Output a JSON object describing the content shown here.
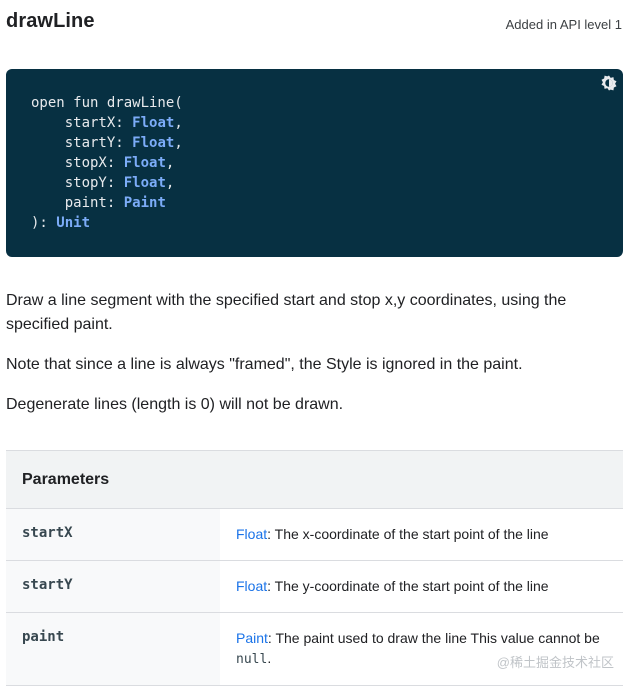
{
  "header": {
    "title": "drawLine",
    "api_level": "Added in API level 1"
  },
  "code": {
    "signature_open": "open fun drawLine(",
    "params": [
      {
        "name": "startX",
        "type": "Float",
        "sep": ","
      },
      {
        "name": "startY",
        "type": "Float",
        "sep": ","
      },
      {
        "name": "stopX",
        "type": "Float",
        "sep": ","
      },
      {
        "name": "stopY",
        "type": "Float",
        "sep": ","
      },
      {
        "name": "paint",
        "type": "Paint",
        "sep": ""
      }
    ],
    "close": "): ",
    "return_type": "Unit",
    "theme_icon": "theme-toggle-icon"
  },
  "description": {
    "p1": "Draw a line segment with the specified start and stop x,y coordinates, using the specified paint.",
    "p2": "Note that since a line is always \"framed\", the Style is ignored in the paint.",
    "p3": "Degenerate lines (length is 0) will not be drawn."
  },
  "parameters": {
    "heading": "Parameters",
    "rows": [
      {
        "name": "startX",
        "type": "Float",
        "desc": ": The x-coordinate of the start point of the line",
        "code": ""
      },
      {
        "name": "startY",
        "type": "Float",
        "desc": ": The y-coordinate of the start point of the line",
        "code": ""
      },
      {
        "name": "paint",
        "type": "Paint",
        "desc": ": The paint used to draw the line This value cannot be ",
        "code": "null",
        "tail": "."
      }
    ]
  },
  "watermark": "@稀土掘金技术社区"
}
